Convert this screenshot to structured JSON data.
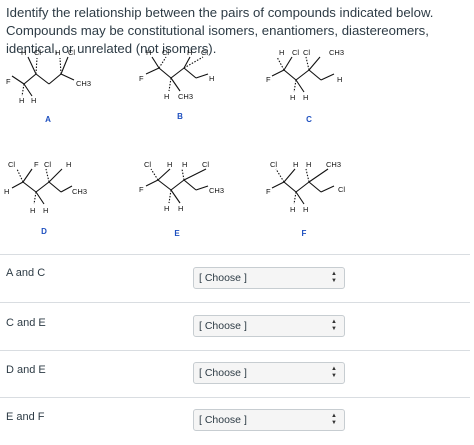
{
  "question": {
    "text": "Identify the relationship between the pairs of compounds indicated below.  Compounds may be constitutional isomers, enantiomers, diastereomers, identical, or unrelated (not isomers)."
  },
  "compounds": [
    {
      "label": "A",
      "atoms": [
        "H",
        "Cl",
        "H",
        "Cl",
        "F",
        "CH3",
        "H",
        "H"
      ]
    },
    {
      "label": "B",
      "atoms": [
        "H",
        "Cl",
        "H",
        "Cl",
        "F",
        "H",
        "H",
        "CH3"
      ]
    },
    {
      "label": "C",
      "atoms": [
        "H",
        "Cl",
        "Cl",
        "CH3",
        "F",
        "H",
        "H",
        "H"
      ]
    },
    {
      "label": "D",
      "atoms": [
        "Cl",
        "F",
        "Cl",
        "H",
        "H",
        "CH3",
        "H",
        "H"
      ]
    },
    {
      "label": "E",
      "atoms": [
        "Cl",
        "H",
        "H",
        "Cl",
        "F",
        "CH3",
        "H",
        "H"
      ]
    },
    {
      "label": "F",
      "atoms": [
        "Cl",
        "H",
        "H",
        "CH3",
        "F",
        "Cl",
        "H",
        "H"
      ]
    }
  ],
  "answers": [
    {
      "pair": "A and C",
      "selected": "[ Choose ]"
    },
    {
      "pair": "C and E",
      "selected": "[ Choose ]"
    },
    {
      "pair": "D and E",
      "selected": "[ Choose ]"
    },
    {
      "pair": "E and F",
      "selected": "[ Choose ]"
    }
  ],
  "icons": {
    "select_arrows": "up-down-arrows-icon"
  }
}
